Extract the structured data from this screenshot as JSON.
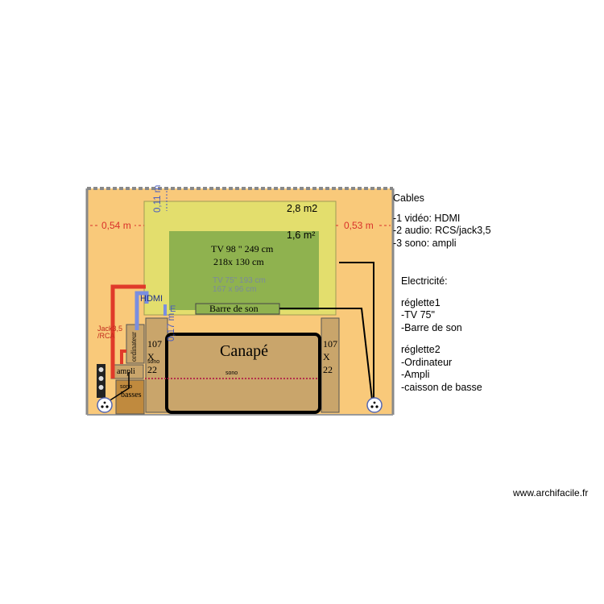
{
  "colors": {
    "room_floor": "#f9c97a",
    "wall": "#888888",
    "zone_large": "#e3de6d",
    "zone_small": "#8fb24f",
    "furniture": "#c9a56b",
    "cable_hdmi": "#7a8ee0",
    "cable_audio": "#e03a2a",
    "cable_sono": "#000000",
    "dim_red": "#d9312a",
    "dim_blue": "#4a5cc0"
  },
  "areas": {
    "large_area": "2,8 m2",
    "small_area": "1,6 m²"
  },
  "dimensions": {
    "left_gap": "0,54 m",
    "right_gap": "0,53 m",
    "top_gap": "0,11 m",
    "small_gap": "0,17 m"
  },
  "tv": {
    "tv98_line1": "TV 98 \" 249 cm",
    "tv98_line2": "218x 130 cm",
    "tv75_line1": "TV 75\" 193 cm",
    "tv75_line2": "167 x 96 cm"
  },
  "furniture": {
    "soundbar": "Barre de son",
    "sofa": "Canapé",
    "left_speaker": [
      "107",
      "X",
      "22"
    ],
    "right_speaker": [
      "107",
      "X",
      "22"
    ],
    "computer": "ordinateur",
    "amplifier": "ampli",
    "subwoofer_top": "sono",
    "subwoofer": "basses"
  },
  "cable_labels": {
    "hdmi": "HDMI",
    "audio_line1": "Jack3,5",
    "audio_line2": "/RCA",
    "sono_a": "sono",
    "sono_b": "sono"
  },
  "legend": {
    "cables_title": "Cables",
    "cables": [
      "-1 vidéo: HDMI",
      "-2 audio: RCS/jack3,5",
      "-3 sono: ampli"
    ],
    "electricity_title": "Electricité:",
    "strip1_title": "réglette1",
    "strip1": [
      "-TV 75\"",
      "-Barre de son"
    ],
    "strip2_title": "réglette2",
    "strip2": [
      "-Ordinateur",
      "-Ampli",
      "-caisson de basse"
    ]
  },
  "watermark": "www.archifacile.fr"
}
